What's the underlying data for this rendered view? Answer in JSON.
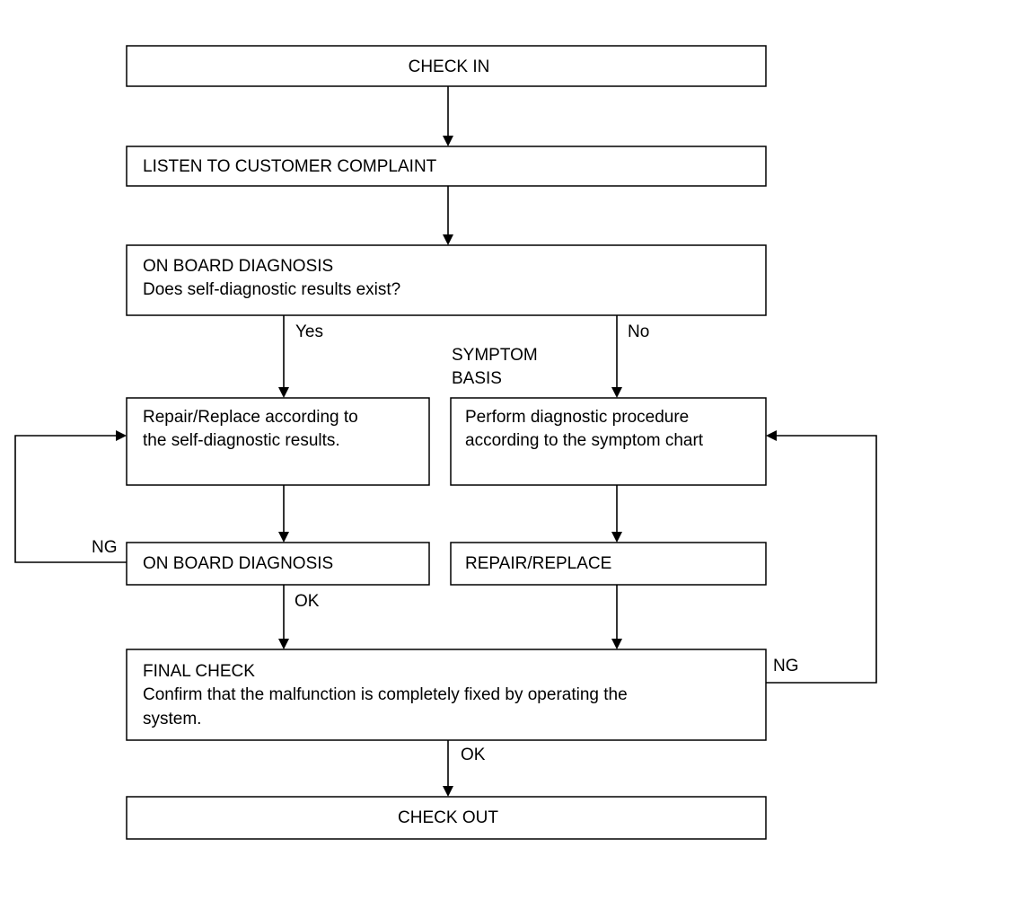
{
  "boxes": {
    "check_in": "CHECK IN",
    "listen": "LISTEN TO CUSTOMER COMPLAINT",
    "obd_1": [
      "ON BOARD DIAGNOSIS",
      "Does self-diagnostic results exist?"
    ],
    "repair_self": [
      "Repair/Replace according to",
      "the self-diagnostic results."
    ],
    "perform": [
      "Perform diagnostic procedure",
      "according to the symptom chart"
    ],
    "obd_2": "ON BOARD DIAGNOSIS",
    "repair_replace": "REPAIR/REPLACE",
    "final_check": [
      "FINAL CHECK",
      "Confirm that the malfunction is completely fixed by operating the",
      "system."
    ],
    "check_out": "CHECK OUT"
  },
  "labels": {
    "yes": "Yes",
    "no": "No",
    "symptom_basis": [
      "SYMPTOM",
      "BASIS"
    ],
    "ng_left": "NG",
    "ok_obd": "OK",
    "ng_right": "NG",
    "ok_final": "OK"
  }
}
